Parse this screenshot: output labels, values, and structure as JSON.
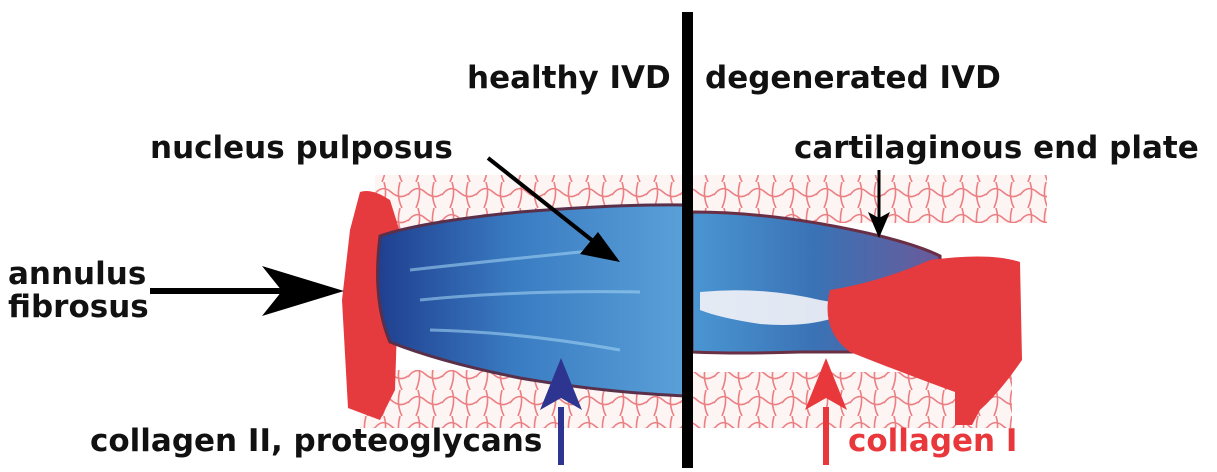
{
  "figure": {
    "left_label": "healthy IVD",
    "right_label": "degenerated IVD",
    "labels": {
      "nucleus_pulposus": "nucleus pulposus",
      "cartilaginous_end_plate": "cartilaginous end plate",
      "annulus_fibrosus": "annulus\nfibrosus",
      "collagen_ii": "collagen II, proteoglycans",
      "collagen_i": "collagen I"
    },
    "colors": {
      "text": "#111111",
      "divider": "#000000",
      "collagen_ii_arrow": "#2e3591",
      "collagen_i_arrow": "#e8383b",
      "tissue_blue": "#3d7fbf",
      "tissue_red": "#e53b3f",
      "bone_trabeculae": "#e96b6e"
    }
  }
}
